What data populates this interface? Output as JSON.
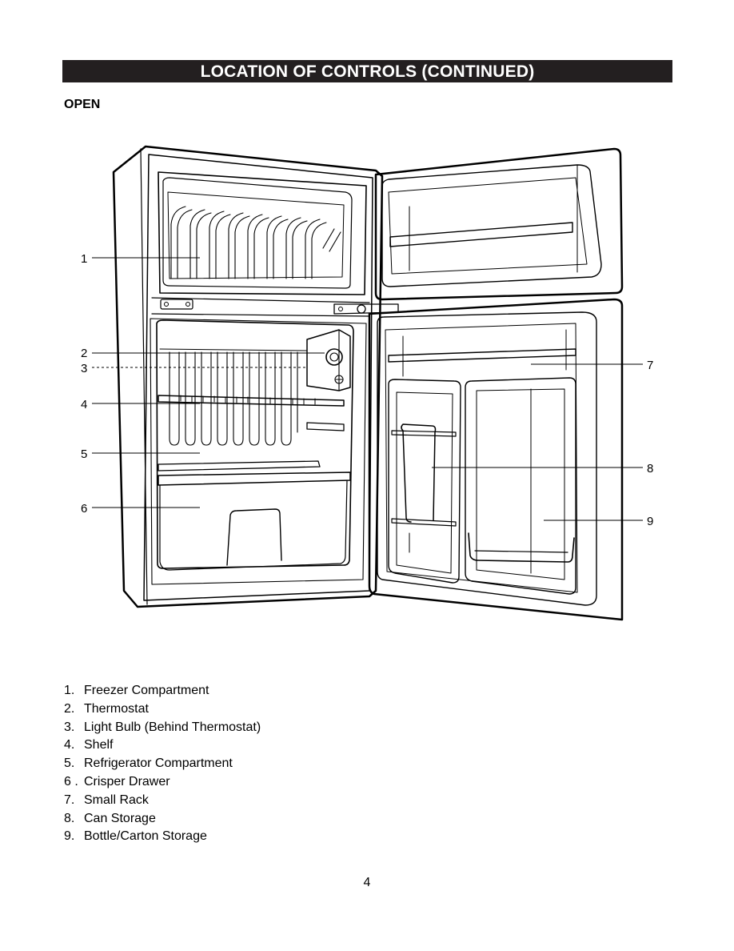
{
  "header": {
    "title": "LOCATION OF CONTROLS (CONTINUED)",
    "subtitle": "OPEN"
  },
  "figure": {
    "callouts": [
      "1",
      "2",
      "3",
      "4",
      "5",
      "6",
      "7",
      "8",
      "9"
    ]
  },
  "legend": [
    {
      "num": "1.",
      "label": "Freezer Compartment"
    },
    {
      "num": "2.",
      "label": "Thermostat"
    },
    {
      "num": "3.",
      "label": "Light Bulb (Behind Thermostat)"
    },
    {
      "num": "4.",
      "label": "Shelf"
    },
    {
      "num": "5.",
      "label": "Refrigerator Compartment"
    },
    {
      "num": "6 .",
      "label": "Crisper Drawer"
    },
    {
      "num": "7.",
      "label": "Small Rack"
    },
    {
      "num": "8.",
      "label": "Can Storage"
    },
    {
      "num": "9.",
      "label": "Bottle/Carton Storage"
    }
  ],
  "footer": {
    "page_number": "4"
  }
}
